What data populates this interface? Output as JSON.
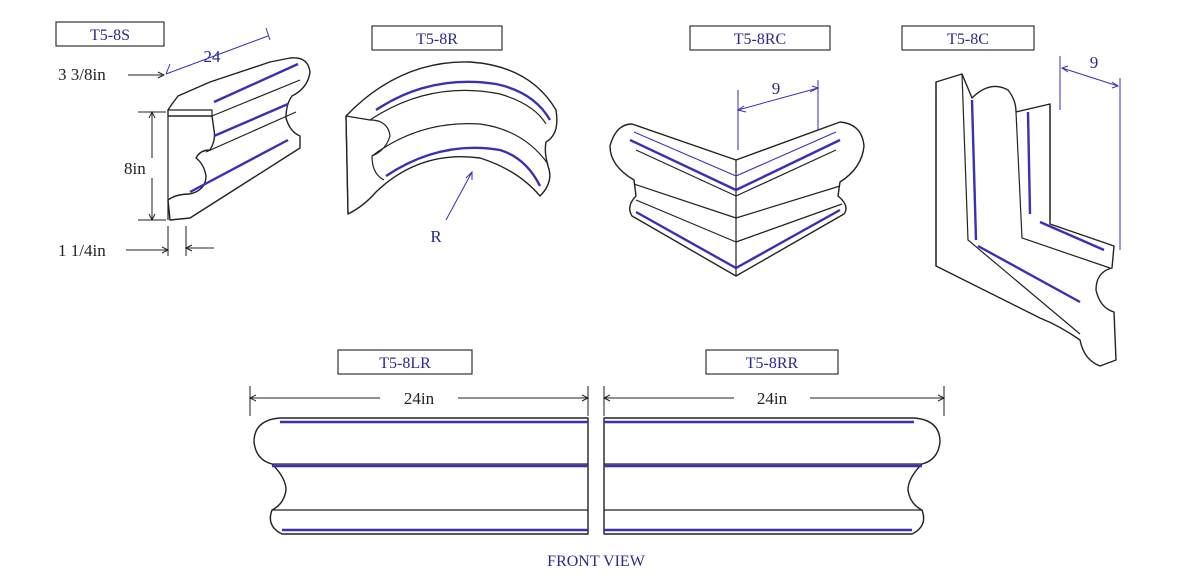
{
  "labels": {
    "s": "T5-8S",
    "r": "T5-8R",
    "rc": "T5-8RC",
    "c": "T5-8C",
    "lr": "T5-8LR",
    "rr": "T5-8RR"
  },
  "dimensions": {
    "s_length": "24",
    "s_top": "3 3/8in",
    "s_height": "8in",
    "s_bottom": "1 1/4in",
    "r_radius": "R",
    "rc_leg": "9",
    "c_leg": "9",
    "lr_length": "24in",
    "rr_length": "24in"
  },
  "caption": "FRONT VIEW",
  "colors": {
    "accent": "#3a2fb5",
    "label_text": "#2a2a8a",
    "outline": "#222222"
  }
}
